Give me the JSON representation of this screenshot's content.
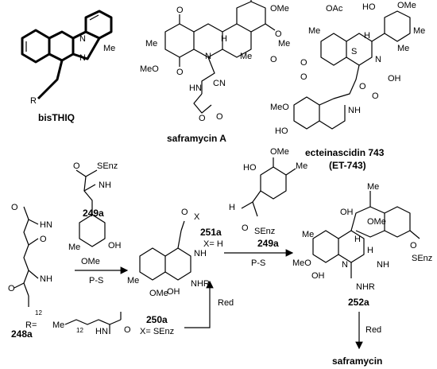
{
  "compounds": {
    "bisthiq": "bisTHIQ",
    "saframycin_a": "saframycin A",
    "ecteinascidin": "ecteinascidin 743",
    "ecteinascidin_abbr": "(ET-743)",
    "c248a": "248a",
    "c249a_top": "249a",
    "c249a_right": "249a",
    "c250a": "250a",
    "c251a": "251a",
    "c252a": "252a",
    "saframycin": "saframycin"
  },
  "labels": {
    "ps_left": "P-S",
    "ps_right": "P-S",
    "red_up": "Red",
    "red_down": "Red",
    "x_h": "X= H",
    "x_senz": "X= SEnz",
    "r_def": "R="
  },
  "atoms": {
    "me": "Me",
    "ome": "OMe",
    "meo": "MeO",
    "oh": "OH",
    "ho": "HO",
    "oac": "OAc",
    "o": "O",
    "n": "N",
    "nh": "NH",
    "hn": "HN",
    "h": "H",
    "s": "S",
    "cn": "CN",
    "r": "R",
    "x": "X",
    "senz": "SEnz",
    "nh2": "NH",
    "h2n": "H",
    "nhr": "NHR",
    "twelve": "12"
  }
}
